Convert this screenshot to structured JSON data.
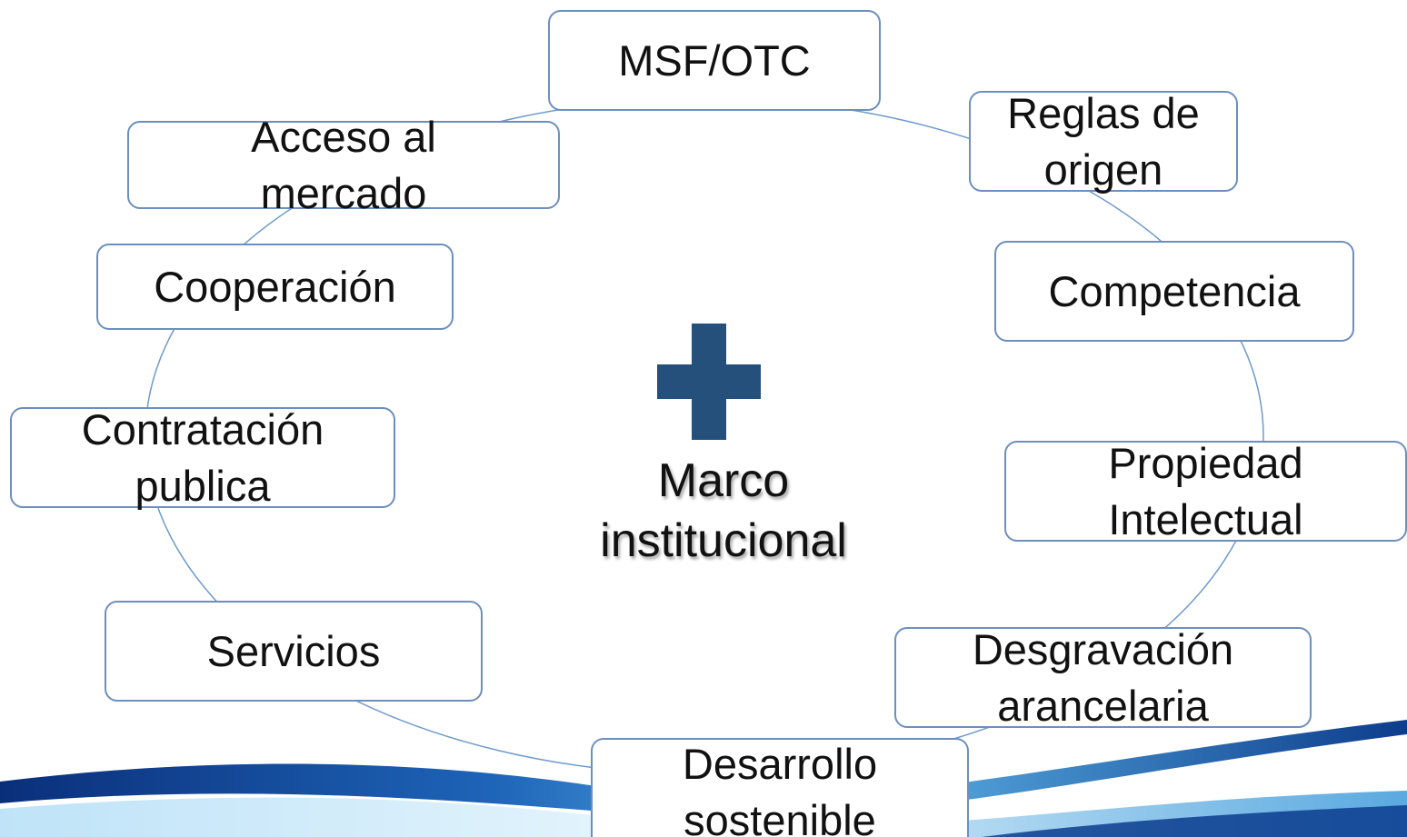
{
  "diagram": {
    "center_label": "Marco\ninstitucional",
    "nodes": [
      {
        "id": "msf-otc",
        "label": "MSF/OTC"
      },
      {
        "id": "reglas-origen",
        "label": "Reglas de\norigen"
      },
      {
        "id": "competencia",
        "label": "Competencia"
      },
      {
        "id": "propiedad-intelectual",
        "label": "Propiedad\nIntelectual"
      },
      {
        "id": "desgravacion",
        "label": "Desgravación\narancelaria"
      },
      {
        "id": "desarrollo",
        "label": "Desarrollo\nsostenible"
      },
      {
        "id": "servicios",
        "label": "Servicios"
      },
      {
        "id": "contratacion",
        "label": "Contratación\npublica"
      },
      {
        "id": "cooperacion",
        "label": "Cooperación"
      },
      {
        "id": "acceso",
        "label": "Acceso al\nmercado"
      }
    ],
    "colors": {
      "plus": "#24507b",
      "border": "#6d8fbd",
      "ring": "#6f9acb",
      "swoosh_dark": "#0a2f7a",
      "swoosh_light": "#5fb6ea"
    }
  }
}
